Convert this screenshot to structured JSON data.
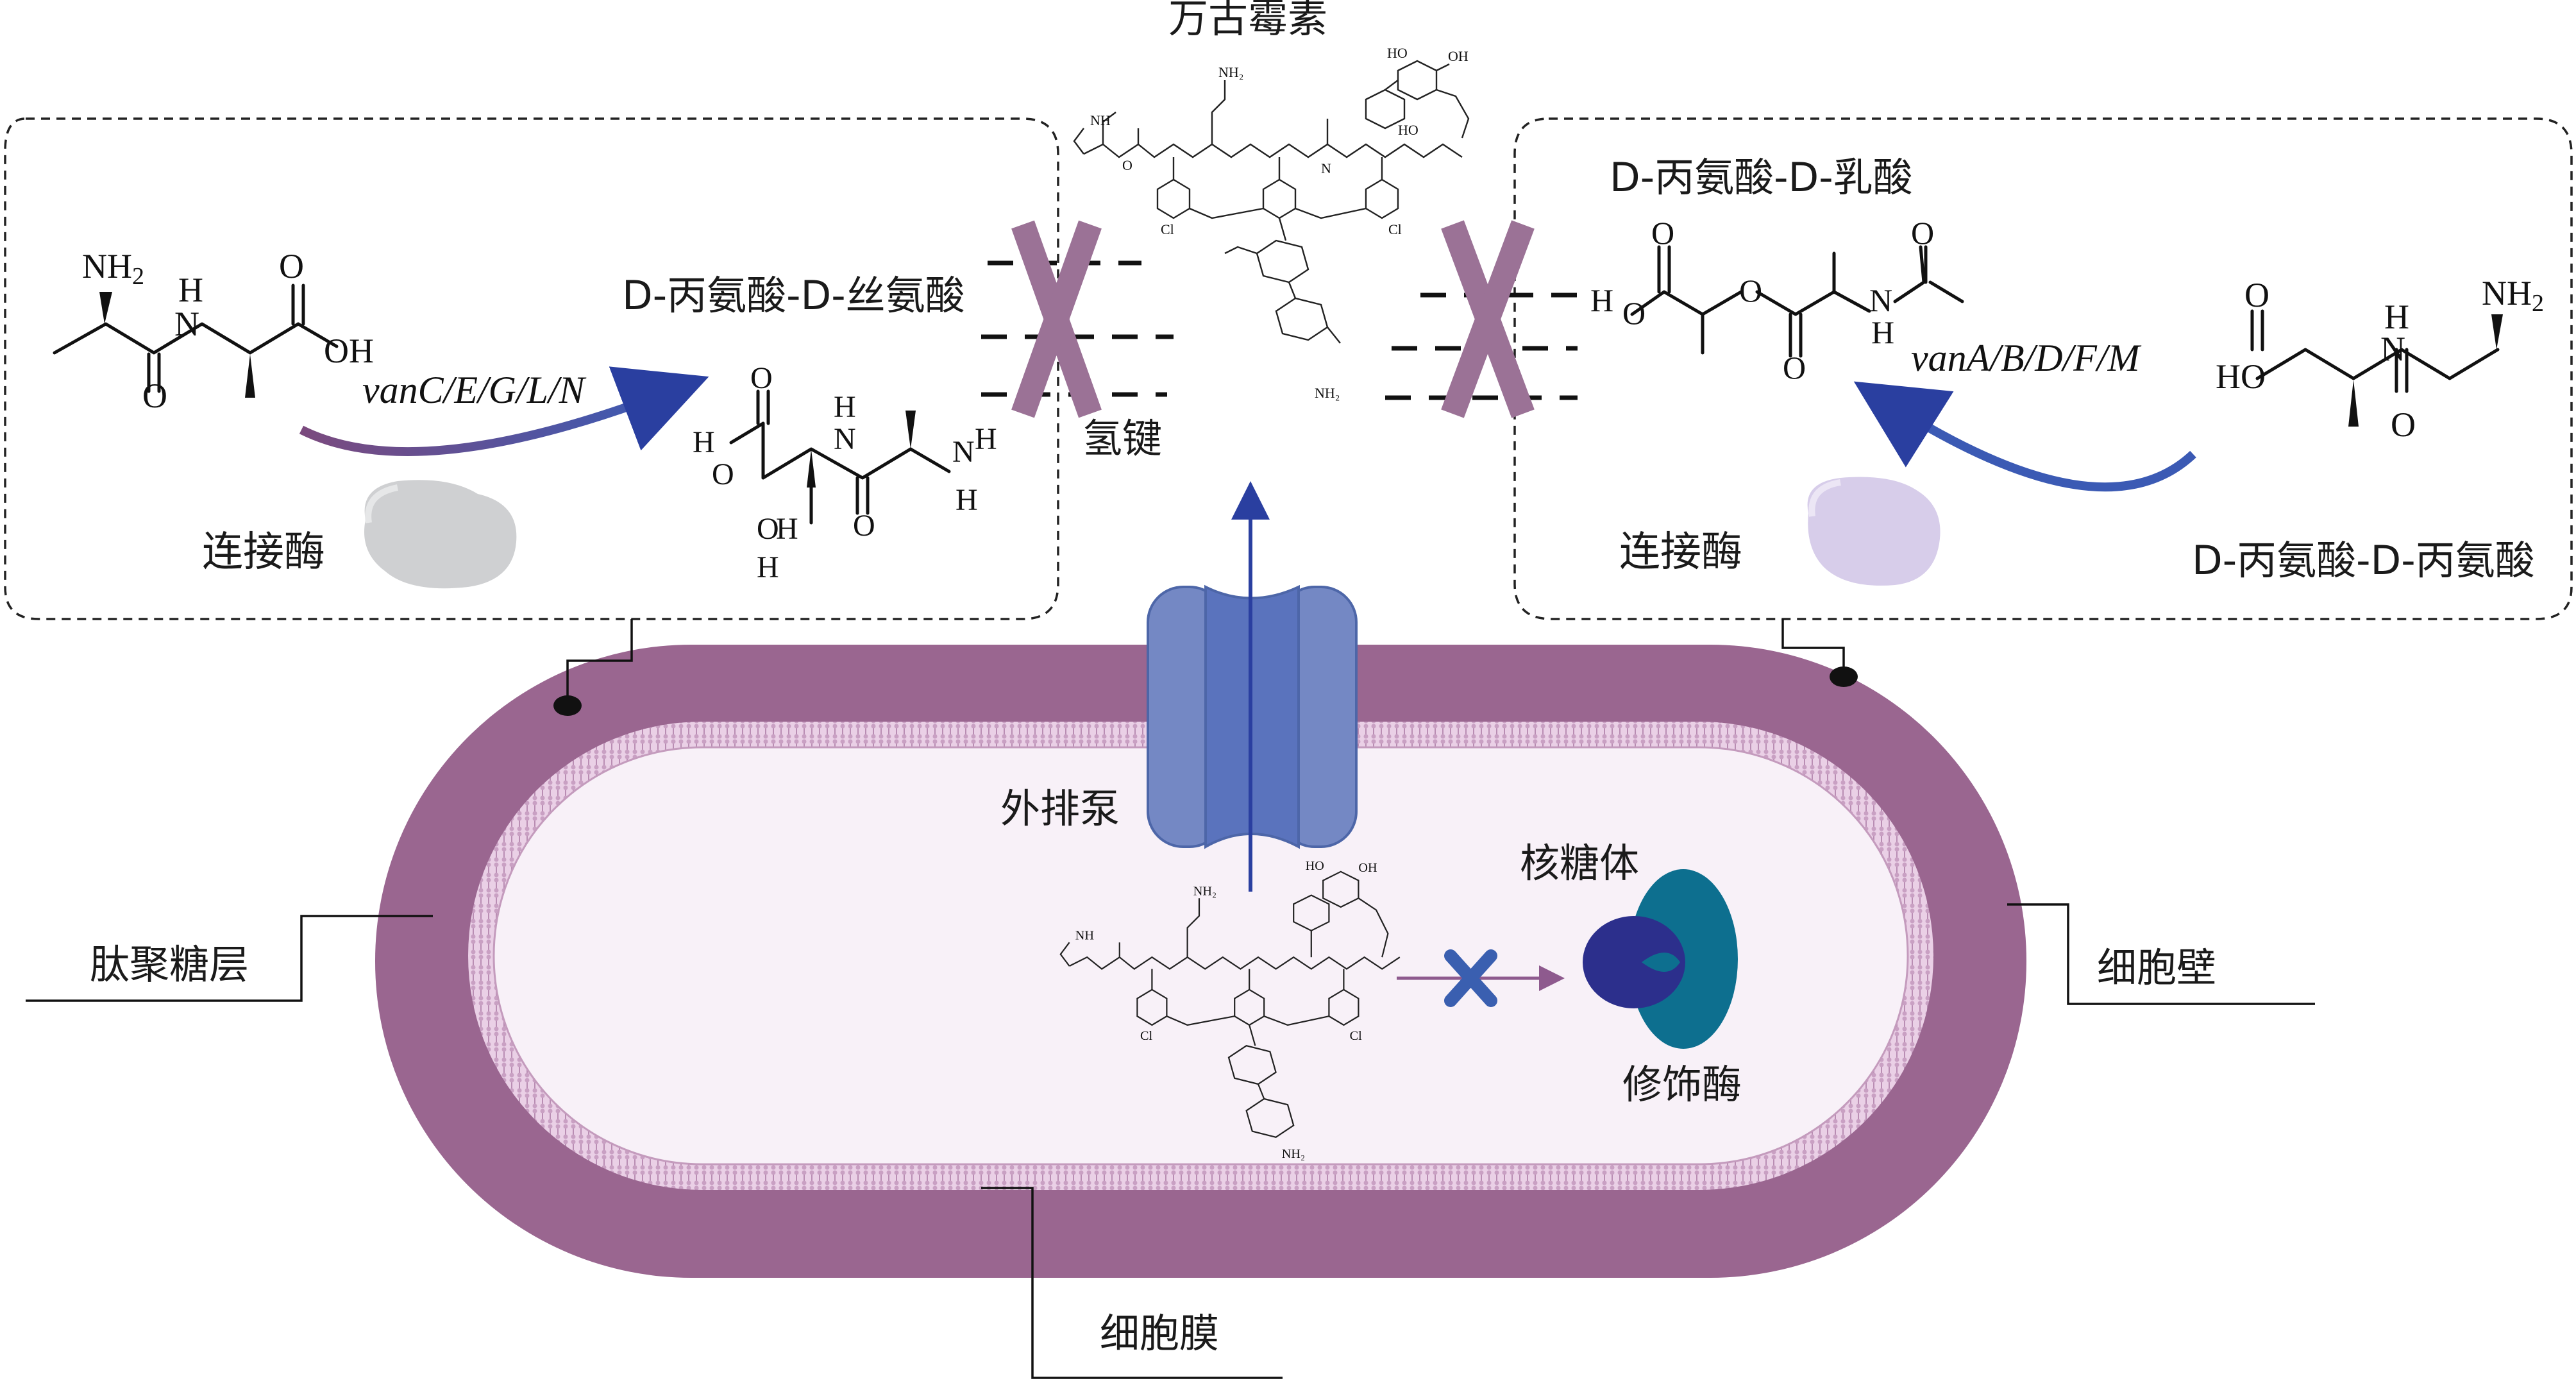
{
  "title": "万古霉素",
  "colors": {
    "cell_wall": "#9a6690",
    "membrane": "#e9c8e4",
    "cytoplasm": "#f8f1f8",
    "pump": "#6e86c0",
    "arrow_blue": "#2a3fa0",
    "arrow_purple": "#8e5a8e",
    "cross_mark": "#9b7296",
    "enzyme_grey": "#cfd0d2",
    "enzyme_lavender": "#d7cdea",
    "ribosome_dark": "#2c2f8c",
    "ribosome_teal": "#0d6f8f"
  },
  "left_panel": {
    "substrate_label": "D-丙氨酸-D-丝氨酸",
    "gene_label": "vanC/E/G/L/N",
    "enzyme_label": "连接酶",
    "chem": {
      "nh2": "NH",
      "nh2_sub": "2",
      "h": "H",
      "n": "N",
      "o": "O",
      "oh": "OH",
      "ho": "HO"
    }
  },
  "right_panel": {
    "lactate_label": "D-丙氨酸-D-乳酸",
    "gene_label": "vanA/B/D/F/M",
    "enzyme_label": "连接酶",
    "substrate_label": "D-丙氨酸-D-丙氨酸",
    "chem": {
      "nh2": "NH",
      "nh2_sub": "2",
      "h": "H",
      "n": "N",
      "o": "O",
      "ho": "HO"
    }
  },
  "center": {
    "hbond_label": "氢键",
    "pump_label": "外排泵",
    "ribosome_label": "核糖体",
    "modifying_enzyme_label": "修饰酶"
  },
  "cell_labels": {
    "peptidoglycan": "肽聚糖层",
    "cell_wall": "细胞壁",
    "cell_membrane": "细胞膜"
  },
  "vanco_chem": {
    "nh": "NH",
    "nh2": "NH₂",
    "oh": "OH",
    "ho": "HO",
    "cl": "Cl",
    "o": "O",
    "n": "N",
    "h": "H"
  },
  "icons": [
    "ligase-enzyme-icon",
    "efflux-pump-icon",
    "ribosome-icon",
    "block-x-icon",
    "vancomycin-structure"
  ]
}
